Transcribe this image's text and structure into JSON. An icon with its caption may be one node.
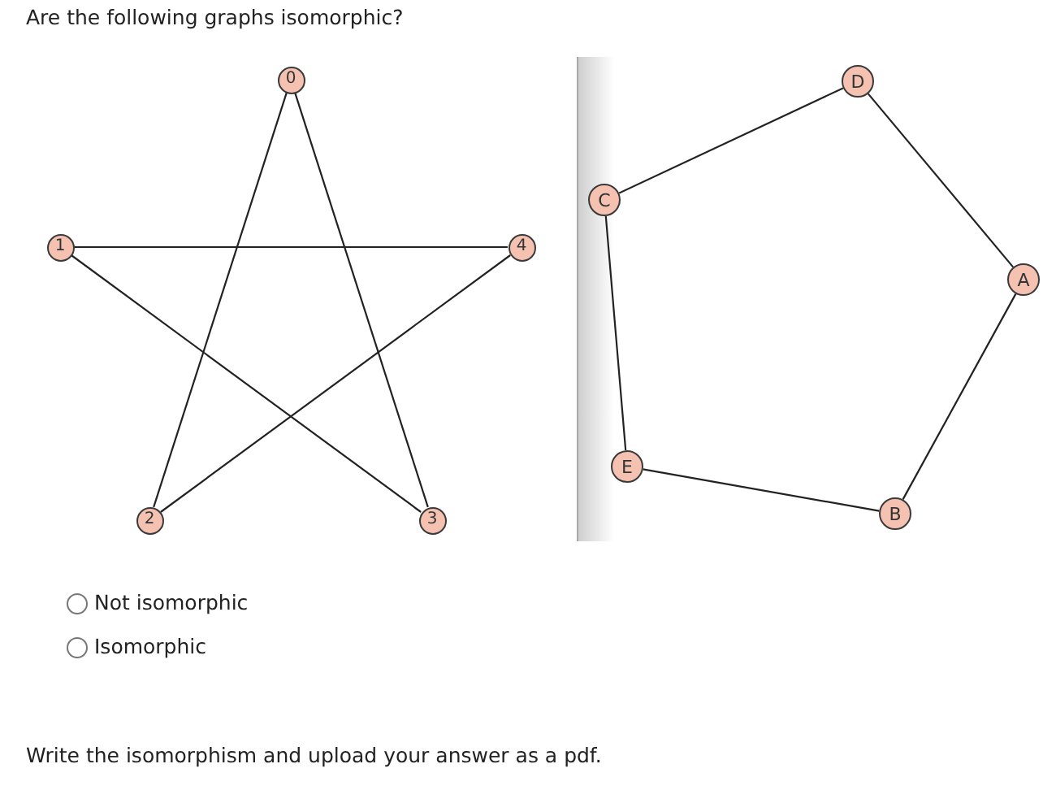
{
  "diagram": {
    "title": "Are the following graphs isomorphic?",
    "nodes": [
      {
        "text": [
          "0"
        ]
      },
      {
        "text": [
          "1"
        ]
      },
      {
        "text": [
          "2"
        ]
      },
      {
        "text": [
          "3"
        ]
      },
      {
        "text": [
          "4"
        ]
      },
      {
        "text": [
          "A"
        ]
      },
      {
        "text": [
          "B"
        ]
      },
      {
        "text": [
          "C"
        ]
      },
      {
        "text": [
          "D"
        ]
      },
      {
        "text": [
          "E"
        ]
      }
    ],
    "edges": [
      {
        "from": 0,
        "to": 2,
        "arrow": "none"
      },
      {
        "from": 0,
        "to": 3,
        "arrow": "none"
      },
      {
        "from": 1,
        "to": 4,
        "arrow": "none"
      },
      {
        "from": 1,
        "to": 3,
        "arrow": "none"
      },
      {
        "from": 4,
        "to": 2,
        "arrow": "none"
      },
      {
        "from": 7,
        "to": 8,
        "arrow": "none"
      },
      {
        "from": 8,
        "to": 5,
        "arrow": "none"
      },
      {
        "from": 5,
        "to": 6,
        "arrow": "none"
      },
      {
        "from": 6,
        "to": 9,
        "arrow": "none"
      },
      {
        "from": 9,
        "to": 7,
        "arrow": "none"
      }
    ],
    "labels": [
      "Not isomorphic",
      "Isomorphic",
      "Write the isomorphism and upload your answer as a pdf."
    ]
  }
}
